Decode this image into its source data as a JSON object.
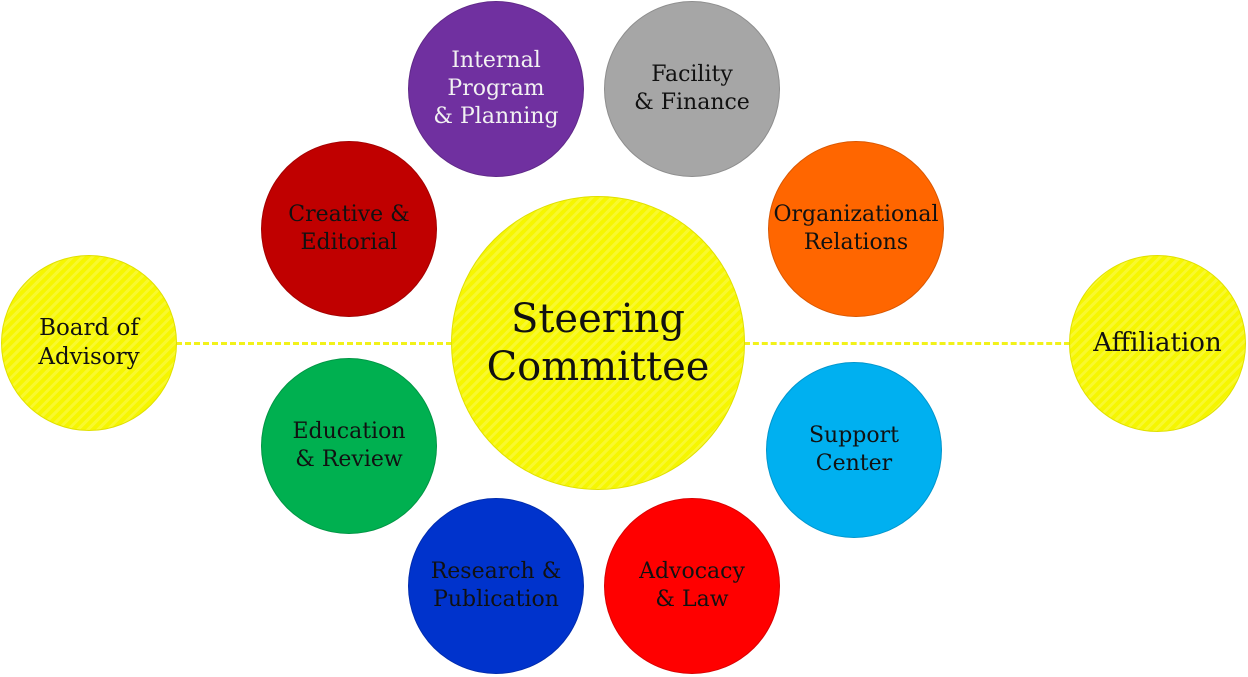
{
  "center": {
    "label": "Steering\nCommittee",
    "color": "#f6f600"
  },
  "left": {
    "label": "Board of\nAdvisory",
    "color": "#f6f600"
  },
  "right": {
    "label": "Affiliation",
    "color": "#f6f600"
  },
  "connector_color": "#f2f21a",
  "committees": [
    {
      "id": "internal-program-planning",
      "label": "Internal\nProgram\n& Planning",
      "color": "#7030a0"
    },
    {
      "id": "facility-finance",
      "label": "Facility\n& Finance",
      "color": "#a6a6a6"
    },
    {
      "id": "organizational-relations",
      "label": "Organizational\nRelations",
      "color": "#ff6600"
    },
    {
      "id": "support-center",
      "label": "Support\nCenter",
      "color": "#00b0f0"
    },
    {
      "id": "advocacy-law",
      "label": "Advocacy\n& Law",
      "color": "#ff0000"
    },
    {
      "id": "research-publication",
      "label": "Research &\nPublication",
      "color": "#0033cc"
    },
    {
      "id": "education-review",
      "label": "Education\n& Review",
      "color": "#00b050"
    },
    {
      "id": "creative-editorial",
      "label": "Creative &\nEditorial",
      "color": "#c00000"
    }
  ]
}
